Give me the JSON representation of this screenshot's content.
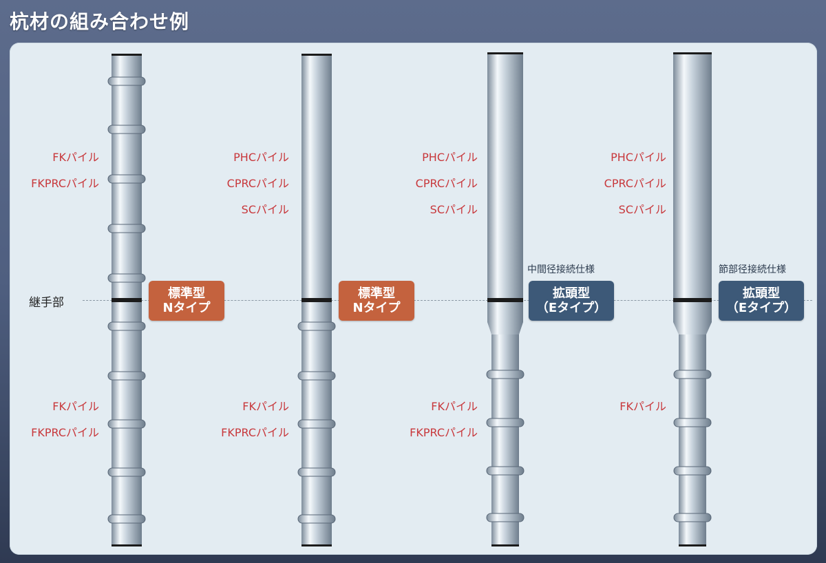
{
  "title": "杭材の組み合わせ例",
  "joint_label": "継手部",
  "columns": [
    {
      "upper_labels": [
        "FKパイル",
        "FKPRCパイル"
      ],
      "lower_labels": [
        "FKパイル",
        "FKPRCパイル"
      ],
      "badge": {
        "line1": "標準型",
        "line2": "Nタイプ",
        "style": "n"
      },
      "note": ""
    },
    {
      "upper_labels": [
        "PHCパイル",
        "CPRCパイル",
        "SCパイル"
      ],
      "lower_labels": [
        "FKパイル",
        "FKPRCパイル"
      ],
      "badge": {
        "line1": "標準型",
        "line2": "Nタイプ",
        "style": "n"
      },
      "note": ""
    },
    {
      "upper_labels": [
        "PHCパイル",
        "CPRCパイル",
        "SCパイル"
      ],
      "lower_labels": [
        "FKパイル",
        "FKPRCパイル"
      ],
      "badge": {
        "line1": "拡頭型",
        "line2": "（Eタイプ）",
        "style": "e"
      },
      "note": "中間径接続仕様"
    },
    {
      "upper_labels": [
        "PHCパイル",
        "CPRCパイル",
        "SCパイル"
      ],
      "lower_labels": [
        "FKパイル"
      ],
      "badge": {
        "line1": "拡頭型",
        "line2": "（Eタイプ）",
        "style": "e"
      },
      "note": "節部径接続仕様"
    }
  ],
  "colors": {
    "label_red": "#c8383c",
    "badge_n": "#c4623e",
    "badge_e": "#3d5978",
    "panel": "#e3ecf2"
  }
}
